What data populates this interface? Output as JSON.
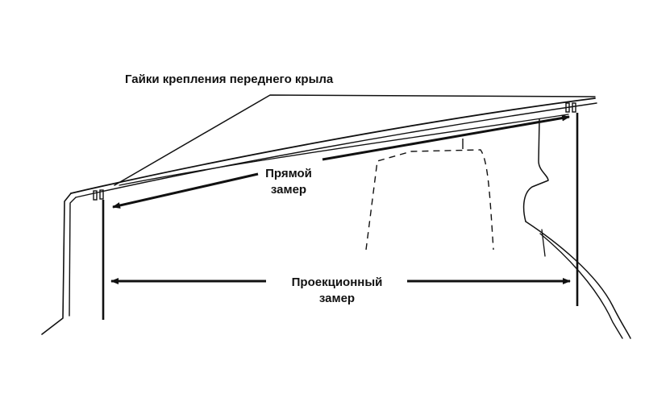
{
  "labels": {
    "nuts": "Гайки крепления переднего крыла",
    "direct_line1": "Прямой",
    "direct_line2": "замер",
    "projection_line1": "Проекционный",
    "projection_line2": "замер"
  },
  "colors": {
    "ink": "#111111",
    "background": "#ffffff"
  }
}
